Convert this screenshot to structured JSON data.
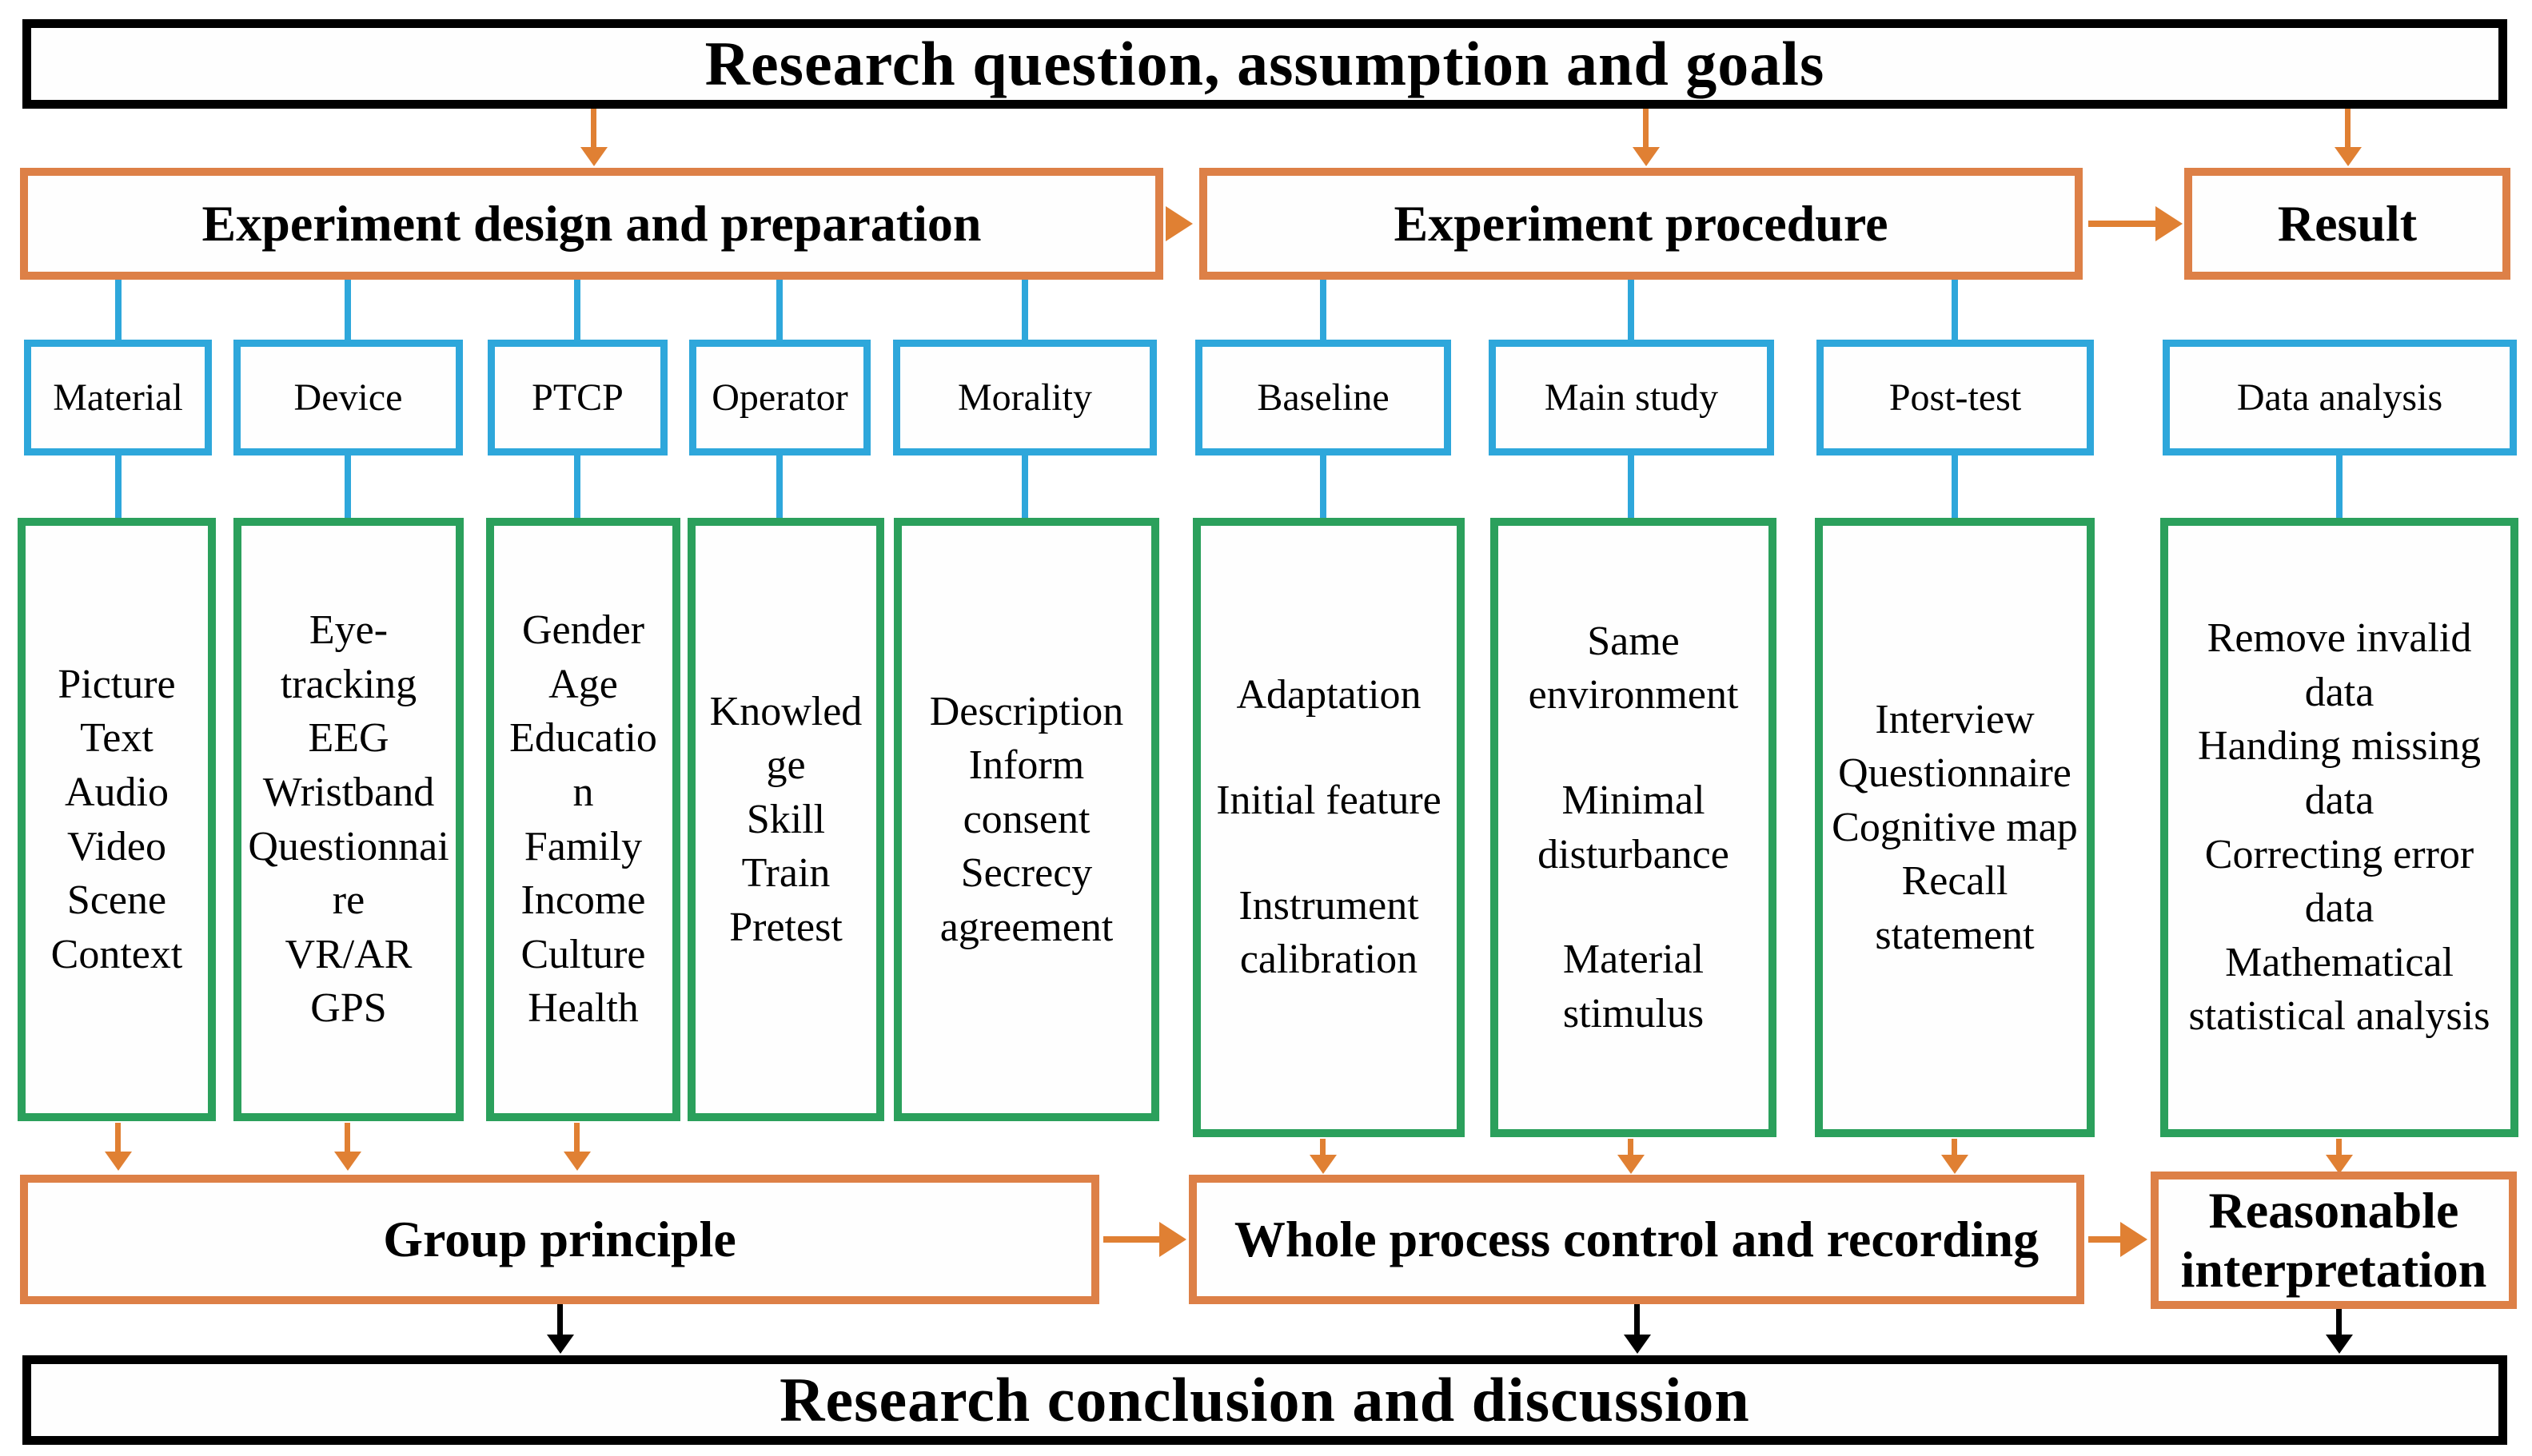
{
  "palette": {
    "stage_border_orange": "#DD8047",
    "arrow_orange": "#E08033",
    "category_blue": "#2EA7DB",
    "detail_green": "#2BA05C",
    "banner_black": "#000000"
  },
  "banners": {
    "top": "Research question, assumption and goals",
    "bottom": "Research conclusion and discussion"
  },
  "stages": [
    {
      "label": "Experiment design and preparation"
    },
    {
      "label": "Experiment procedure"
    },
    {
      "label": "Result"
    }
  ],
  "columns": [
    {
      "header": "Material",
      "items": [
        "Picture",
        "Text",
        "Audio",
        "Video",
        "Scene",
        "Context"
      ]
    },
    {
      "header": "Device",
      "items": [
        "Eye-tracking",
        "EEG",
        "Wristband",
        "Questionnaire",
        "VR/AR",
        "GPS"
      ]
    },
    {
      "header": "PTCP",
      "items": [
        "Gender",
        "Age",
        "Education",
        "Family",
        "Income",
        "Culture",
        "Health"
      ]
    },
    {
      "header": "Operator",
      "items": [
        "Knowledge",
        "Skill",
        "Train",
        "Pretest"
      ]
    },
    {
      "header": "Morality",
      "items": [
        "Description",
        "Inform consent",
        "Secrecy agreement"
      ]
    },
    {
      "header": "Baseline",
      "items": [
        "Adaptation",
        "Initial feature",
        "Instrument calibration"
      ]
    },
    {
      "header": "Main study",
      "items": [
        "Same environment",
        "Minimal disturbance",
        "Material stimulus"
      ]
    },
    {
      "header": "Post-test",
      "items": [
        "Interview",
        "Questionnaire",
        "Cognitive map",
        "Recall statement"
      ]
    },
    {
      "header": "Data analysis",
      "items": [
        "Remove invalid data",
        "Handing missing data",
        "Correcting error data",
        "Mathematical statistical analysis"
      ]
    }
  ],
  "summary": [
    {
      "label": "Group principle"
    },
    {
      "label": "Whole process control and recording"
    },
    {
      "label": "Reasonable interpretation"
    }
  ]
}
